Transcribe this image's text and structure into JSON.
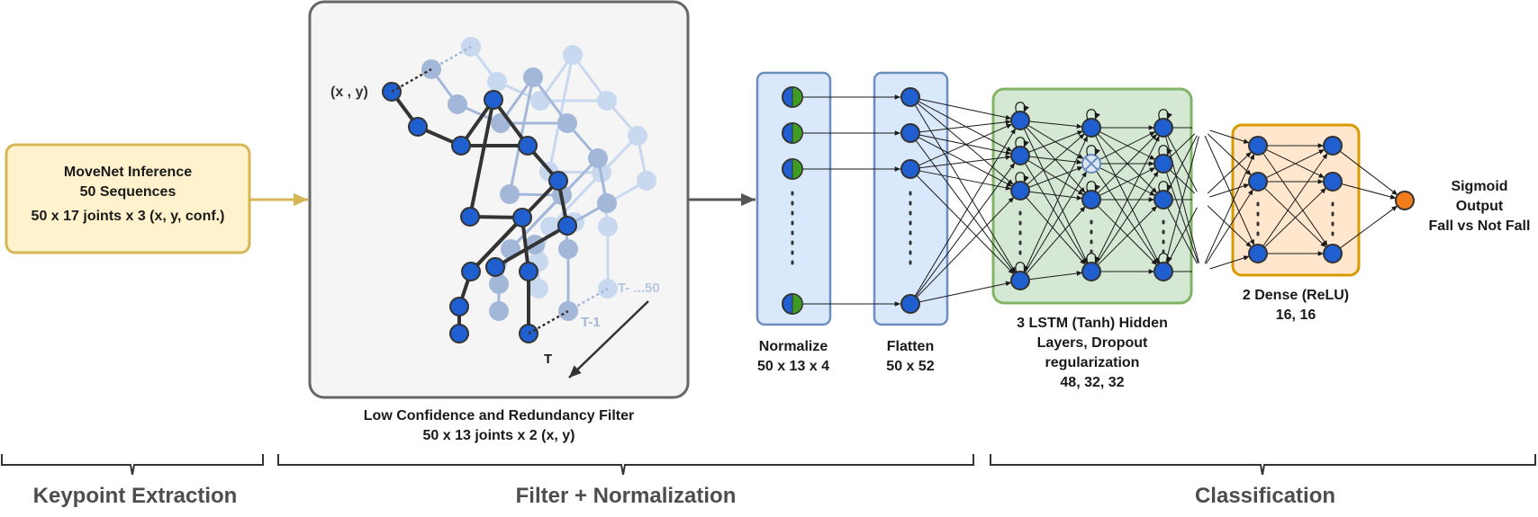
{
  "colors": {
    "joint_blue": "#1f5fcf",
    "joint_stroke": "#333333",
    "orange": "#f47d1b",
    "green": "#3f9b23",
    "yellow_fill": "#fff2cc",
    "yellow_stroke": "#d6b656",
    "blue_fill": "#dae8fc",
    "blue_stroke": "#6c8ebf",
    "green_fill": "#d5e8d4",
    "green_stroke": "#82b366",
    "orange_fill": "#ffe6cc",
    "orange_stroke": "#d79b00",
    "gray_fill": "#f5f5f5",
    "gray_stroke": "#666666"
  },
  "movenet": {
    "title": "MoveNet Inference",
    "sequences": "50 Sequences",
    "shape": "50 x 17 joints x 3 (x, y, conf.)"
  },
  "filter_panel": {
    "coord_label": "(x , y)",
    "t_label": "T",
    "t1_label": "T-1",
    "t50_label": "T- ...50",
    "caption_line1": "Low Confidence and Redundancy Filter",
    "caption_line2": "50 x 13 joints x 2 (x, y)"
  },
  "normalize": {
    "name": "Normalize",
    "shape": "50 x 13 x 4"
  },
  "flatten": {
    "name": "Flatten",
    "shape": "50 x 52"
  },
  "lstm": {
    "line1": "3 LSTM (Tanh) Hidden",
    "line2": "Layers, Dropout",
    "line3": "regularization",
    "line4": "48, 32, 32"
  },
  "dense": {
    "line1": "2 Dense (ReLU)",
    "line2": "16, 16"
  },
  "output": {
    "line1": "Sigmoid",
    "line2": "Output",
    "line3": "Fall vs Not Fall"
  },
  "stages": {
    "keypoint": "Keypoint Extraction",
    "filter": "Filter + Normalization",
    "classification": "Classification"
  },
  "icons": {
    "dropout": "dropout-cross-icon",
    "ellipsis": "vertical-ellipsis-icon"
  }
}
